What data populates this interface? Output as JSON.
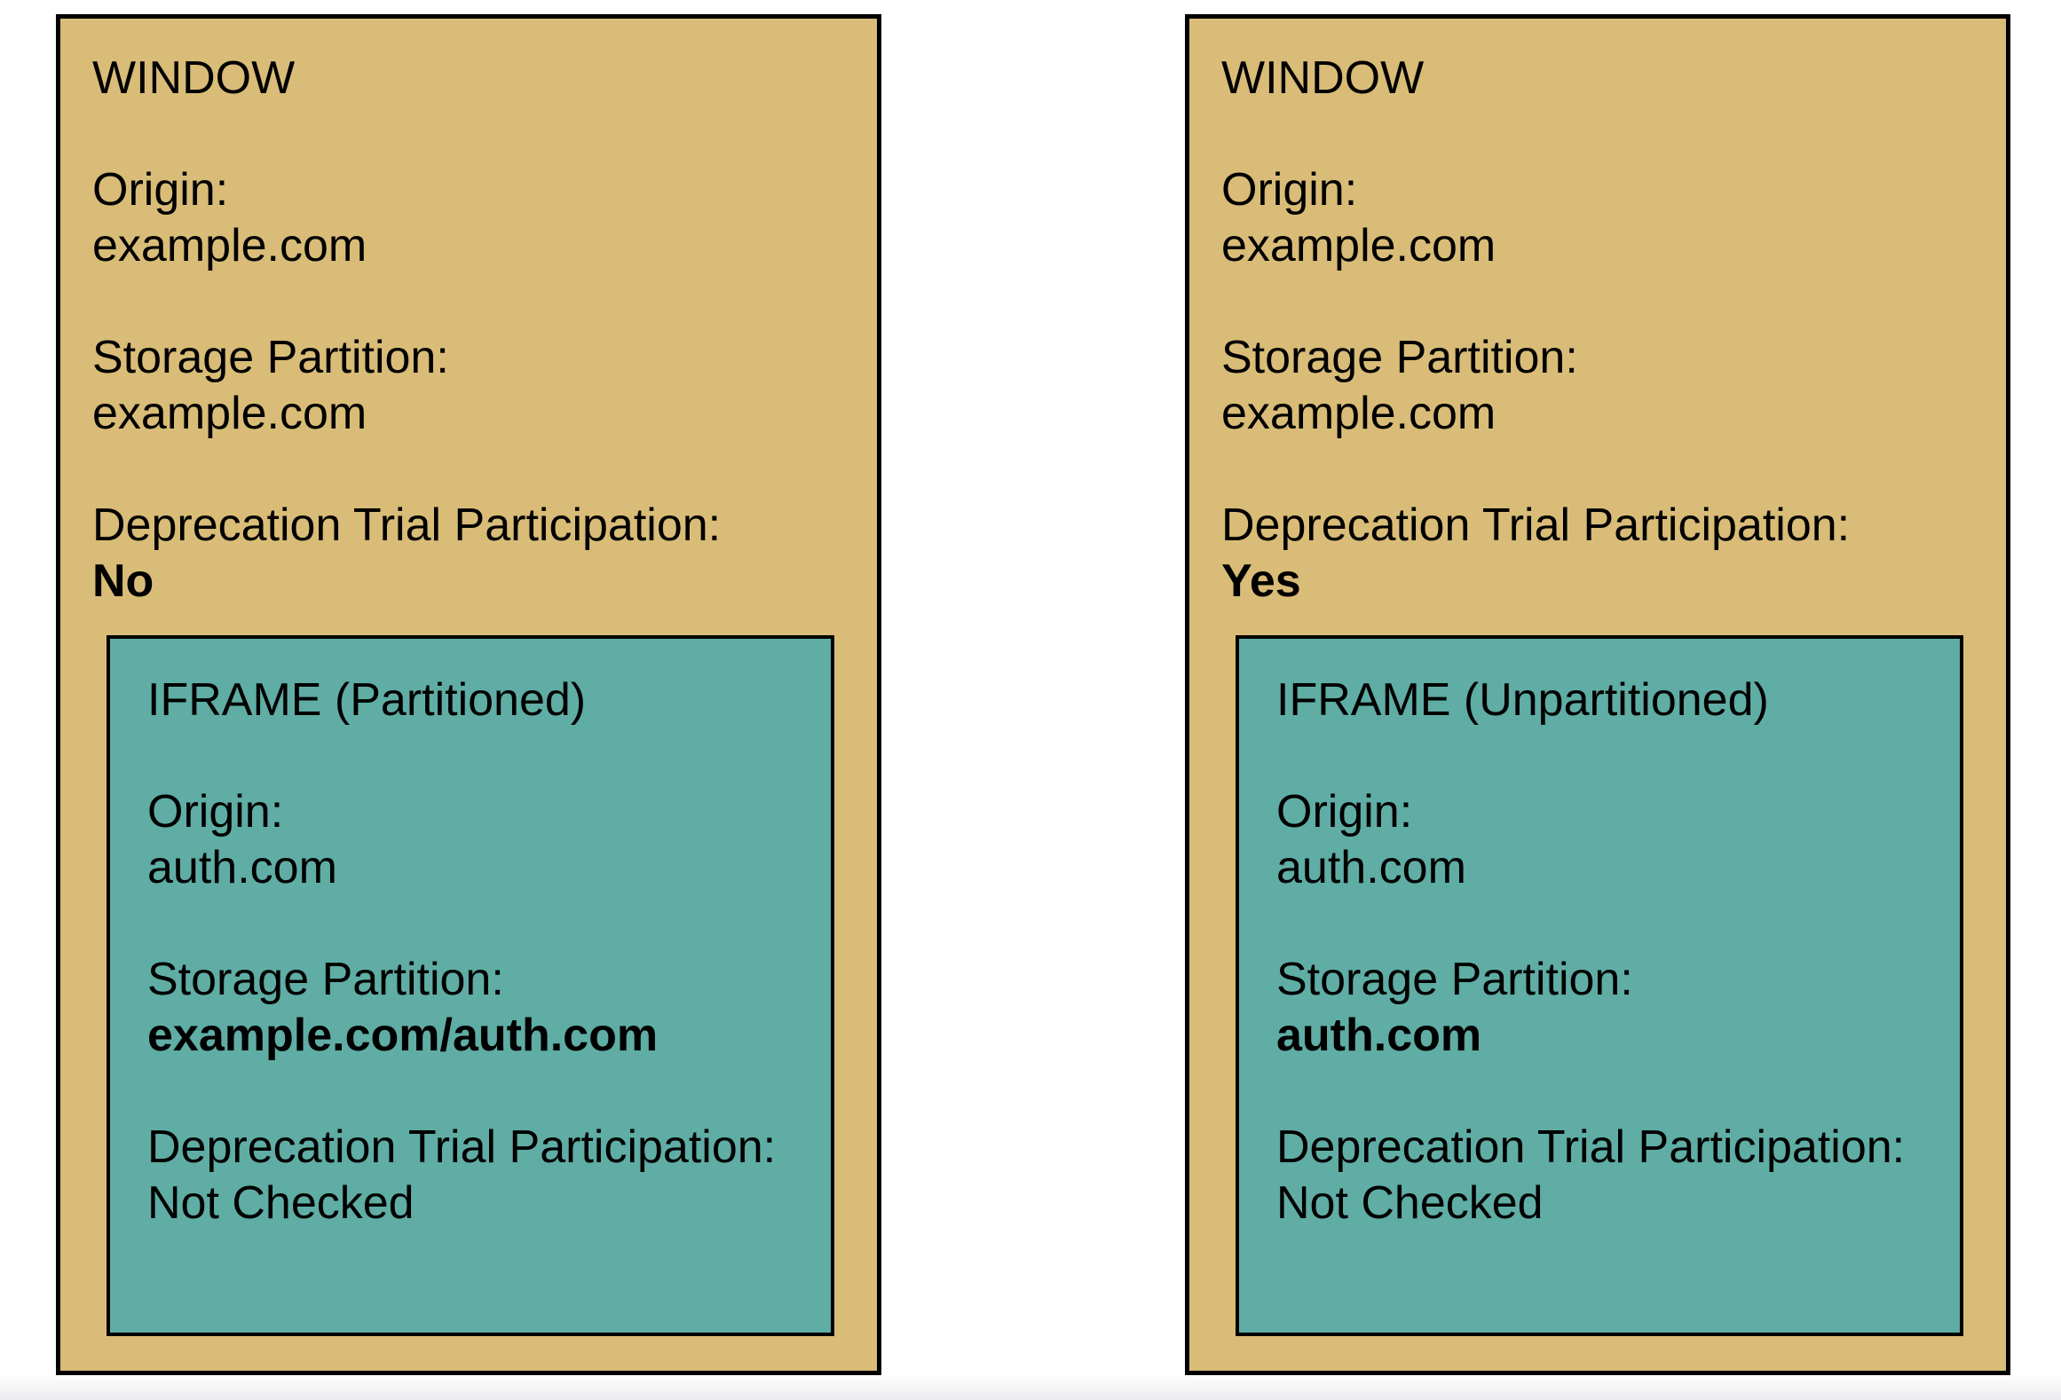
{
  "panels": [
    {
      "title": "WINDOW",
      "origin_label": "Origin:",
      "origin_value": "example.com",
      "storage_label": "Storage Partition:",
      "storage_value": "example.com",
      "trial_label": "Deprecation Trial Participation:",
      "trial_value": "No",
      "iframe": {
        "title": "IFRAME (Partitioned)",
        "origin_label": "Origin:",
        "origin_value": "auth.com",
        "storage_label": "Storage Partition:",
        "storage_value": "example.com/auth.com",
        "trial_label": "Deprecation Trial Participation:",
        "trial_value": "Not Checked"
      }
    },
    {
      "title": "WINDOW",
      "origin_label": "Origin:",
      "origin_value": "example.com",
      "storage_label": "Storage Partition:",
      "storage_value": "example.com",
      "trial_label": "Deprecation Trial Participation:",
      "trial_value": "Yes",
      "iframe": {
        "title": "IFRAME (Unpartitioned)",
        "origin_label": "Origin:",
        "origin_value": "auth.com",
        "storage_label": "Storage Partition:",
        "storage_value": "auth.com",
        "trial_label": "Deprecation Trial Participation:",
        "trial_value": "Not Checked"
      }
    }
  ],
  "colors": {
    "window_background": "#d9bc77",
    "iframe_background": "#5fada4",
    "border": "#000000",
    "text": "#000000",
    "page_background": "#ffffff"
  }
}
